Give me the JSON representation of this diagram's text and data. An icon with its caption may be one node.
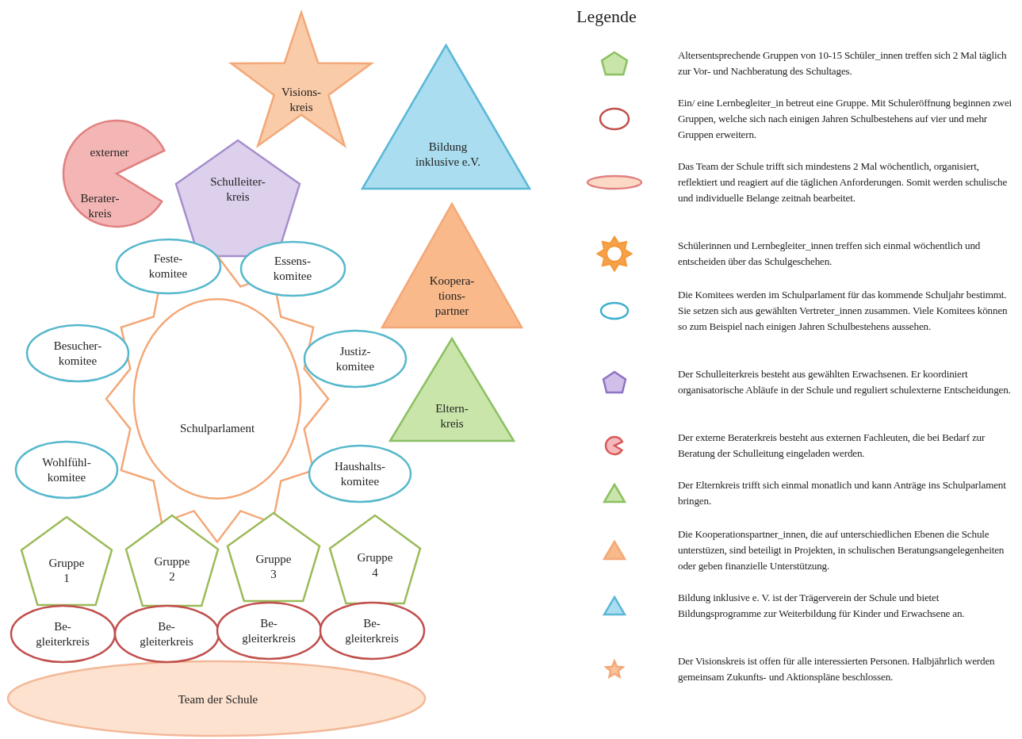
{
  "diagram": {
    "nodes": [
      {
        "text": [
          "Visions- kreis"
        ]
      },
      {
        "text": [
          "Bildung inklusive e.V."
        ]
      },
      {
        "text": [
          "externer",
          "Berater- kreis"
        ]
      },
      {
        "text": [
          "Schulleiter- kreis"
        ]
      },
      {
        "text": [
          "Feste- komitee"
        ]
      },
      {
        "text": [
          "Essens- komitee"
        ]
      },
      {
        "text": [
          "Koopera- tions- partner"
        ]
      },
      {
        "text": [
          "Besucher- komitee"
        ]
      },
      {
        "text": [
          "Justiz- komitee"
        ]
      },
      {
        "text": [
          "Schulparlament"
        ]
      },
      {
        "text": [
          "Eltern- kreis"
        ]
      },
      {
        "text": [
          "Wohlfühl- komitee"
        ]
      },
      {
        "text": [
          "Haushalts- komitee"
        ]
      },
      {
        "text": [
          "Gruppe 1"
        ]
      },
      {
        "text": [
          "Gruppe 2"
        ]
      },
      {
        "text": [
          "Gruppe 3"
        ]
      },
      {
        "text": [
          "Gruppe 4"
        ]
      },
      {
        "text": [
          "Be- gleiterkreis"
        ]
      },
      {
        "text": [
          "Be- gleiterkreis"
        ]
      },
      {
        "text": [
          "Be- gleiterkreis"
        ]
      },
      {
        "text": [
          "Be- gleiterkreis"
        ]
      },
      {
        "text": [
          "Team der Schule"
        ]
      }
    ],
    "edges": [],
    "labels": [
      "Legende"
    ],
    "legend": [
      {
        "text": "Altersentsprechende Gruppen von 10-15 Schüler_innen treffen sich 2 Mal täglich zur Vor- und Nachberatung des Schultages."
      },
      {
        "text": "Ein/ eine Lernbegleiter_in betreut eine Gruppe. Mit Schuleröffnung beginnen zwei Gruppen, welche sich nach einigen Jahren Schulbestehens auf vier und mehr Gruppen erweitern."
      },
      {
        "text": "Das Team der Schule trifft sich mindestens 2 Mal wöchentlich, organisiert, reflektiert und reagiert auf die täglichen Anforderungen. Somit werden schulische und individuelle Belange zeitnah bearbeitet."
      },
      {
        "text": "Schülerinnen und Lernbegleiter_innen treffen sich einmal wöchentlich und entscheiden über das Schulgeschehen."
      },
      {
        "text": "Die Komitees werden im Schulparlament für das kommende Schuljahr bestimmt. Sie setzen sich aus gewählten Vertreter_innen zusammen. Viele Komitees können so zum Beispiel nach einigen Jahren Schulbestehens aussehen."
      },
      {
        "text": "Der Schulleiterkreis besteht aus gewählten Erwachsenen. Er koordiniert organisatorische Abläufe in der Schule und reguliert schulexterne Entscheidungen."
      },
      {
        "text": "Der externe Beraterkreis besteht aus externen Fachleuten, die bei Bedarf zur Beratung der Schulleitung eingeladen werden."
      },
      {
        "text": "Der Elternkreis trifft sich einmal monatlich und kann Anträge ins Schulparlament bringen."
      },
      {
        "text": "Die Kooperationspartner_innen, die auf unterschiedlichen Ebenen die Schule unterstüzen, sind beteiligt in Projekten, in schulischen Beratungsangelegenheiten oder geben finanzielle Unterstützung."
      },
      {
        "text": "Bildung inklusive e. V. ist der Trägerverein der Schule und bietet Bildungsprogramme zur Weiterbildung für Kinder und Erwachsene an."
      },
      {
        "text": "Der Visionskreis ist offen für alle interessierten Personen. Halbjährlich werden gemeinsam Zukunfts- und Aktionspläne beschlossen."
      }
    ]
  }
}
